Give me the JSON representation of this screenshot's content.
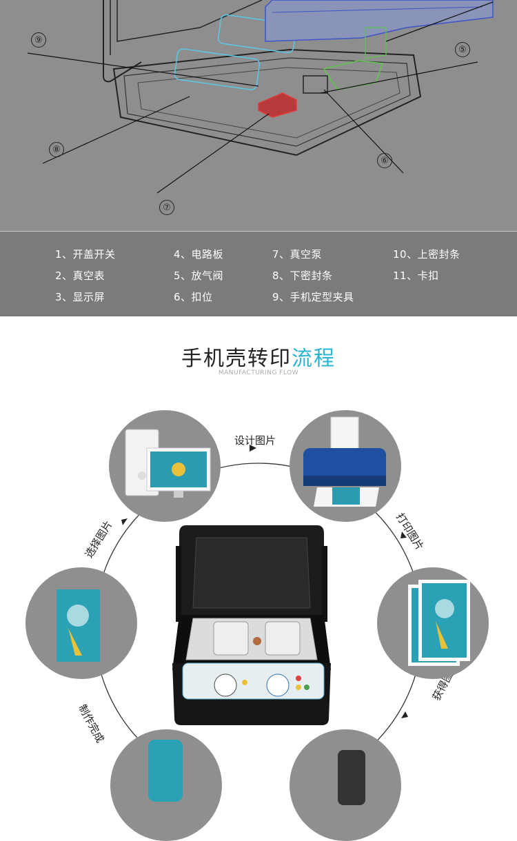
{
  "diagram": {
    "callouts": [
      "⑨",
      "⑤",
      "⑧",
      "⑥",
      "⑦"
    ]
  },
  "legend": {
    "items": [
      "1、开盖开关",
      "4、电路板",
      "7、真空泵",
      "10、上密封条",
      "2、真空表",
      "5、放气阀",
      "8、下密封条",
      "11、卡扣",
      "3、显示屏",
      "6、扣位",
      "9、手机定型夹具"
    ]
  },
  "flow": {
    "title_main": "手机壳转印",
    "title_accent": "流程",
    "subtitle": "MANUFACTURING FLOW",
    "steps": [
      "设计图片",
      "打印图片",
      "获得图片",
      "制作完成",
      "选择图片"
    ]
  },
  "colors": {
    "accent": "#2bb3d6",
    "diagram_bg": "#8e8e8e",
    "legend_bg": "#7b7b7b",
    "circle_bg": "#8f8f8f"
  }
}
